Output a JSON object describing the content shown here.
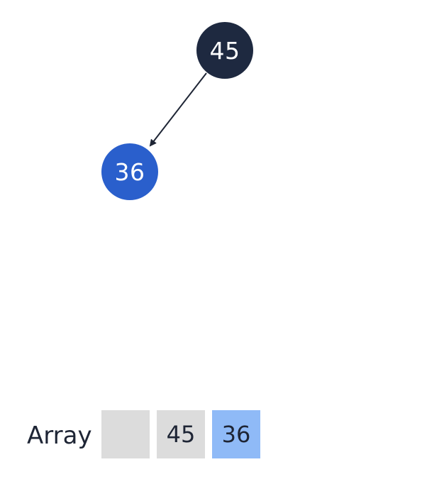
{
  "colors": {
    "root_node": "#1e2940",
    "child_node": "#2a5fcc",
    "edge": "#1e2535",
    "cell_empty": "#dcdcdc",
    "cell_filled": "#dcdcdc",
    "cell_highlight": "#8fbaf7"
  },
  "tree": {
    "root": {
      "value": "45"
    },
    "child": {
      "value": "36"
    }
  },
  "array": {
    "label": "Array",
    "cells": [
      {
        "value": "",
        "state": "empty"
      },
      {
        "value": "45",
        "state": "filled"
      },
      {
        "value": "36",
        "state": "highlight"
      }
    ]
  }
}
